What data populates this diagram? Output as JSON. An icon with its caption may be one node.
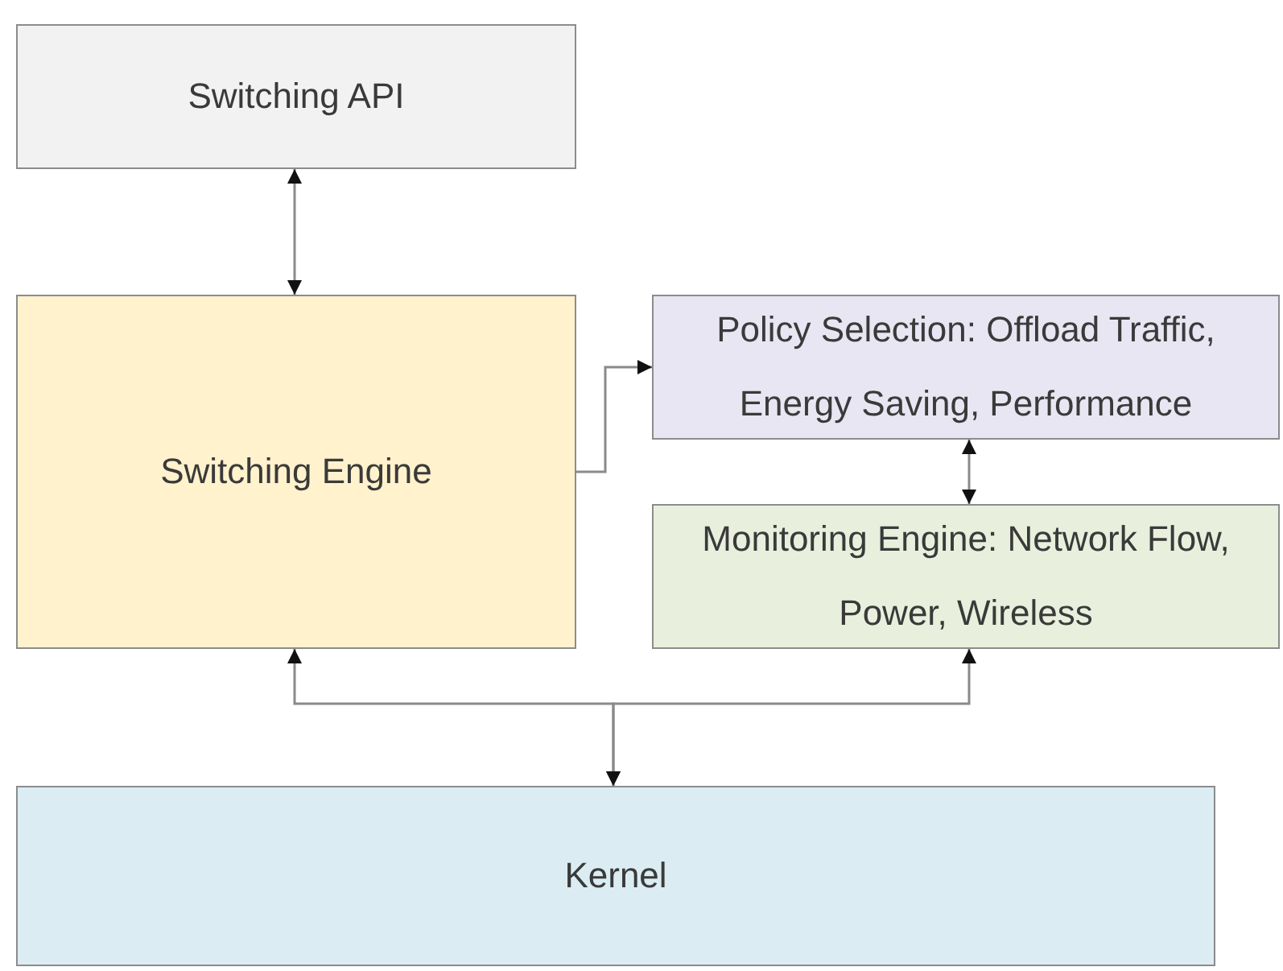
{
  "diagram": {
    "nodes": [
      {
        "text": [
          "Switching API"
        ]
      },
      {
        "text": [
          "Switching Engine"
        ]
      },
      {
        "text": [
          "Policy Selection: Offload Traffic, Energy Saving, Performance"
        ]
      },
      {
        "text": [
          "Monitoring Engine: Network Flow, Power, Wireless"
        ]
      },
      {
        "text": [
          "Kernel"
        ]
      }
    ],
    "edges": [
      {
        "from": 0,
        "to": 1,
        "arrow": "both"
      },
      {
        "from": 1,
        "to": 2,
        "arrow": "to"
      },
      {
        "from": 2,
        "to": 3,
        "arrow": "both"
      },
      {
        "from": 4,
        "to": 1,
        "arrow": "both"
      },
      {
        "from": 4,
        "to": 3,
        "arrow": "both"
      }
    ]
  }
}
